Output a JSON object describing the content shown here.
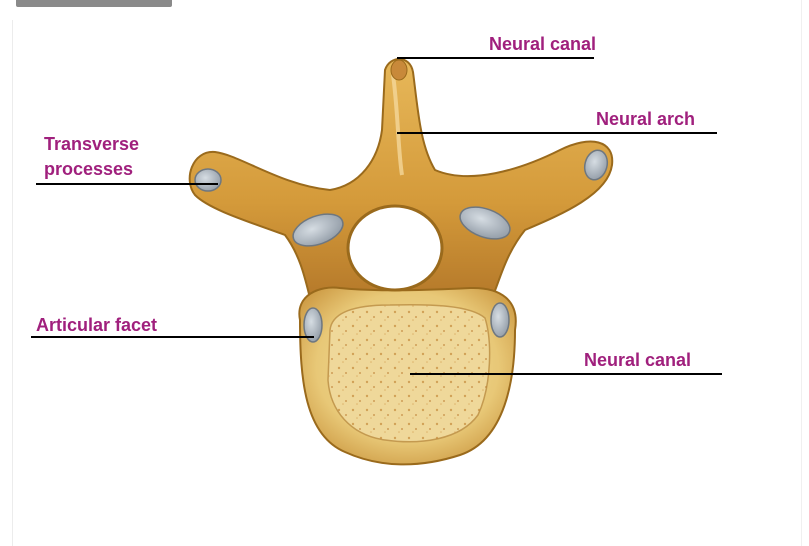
{
  "labels": {
    "neural_canal_top": "Neural canal",
    "neural_arch": "Neural arch",
    "transverse_line1": "Transverse",
    "transverse_line2": "processes",
    "articular_facet": "Articular facet",
    "neural_canal_body": "Neural canal"
  },
  "colors": {
    "label": "#a0207d",
    "bone": "#d9a444",
    "bone_dark": "#9a6a1c",
    "body_fill": "#e9cf87",
    "cartilage": "#a9b3bd"
  }
}
